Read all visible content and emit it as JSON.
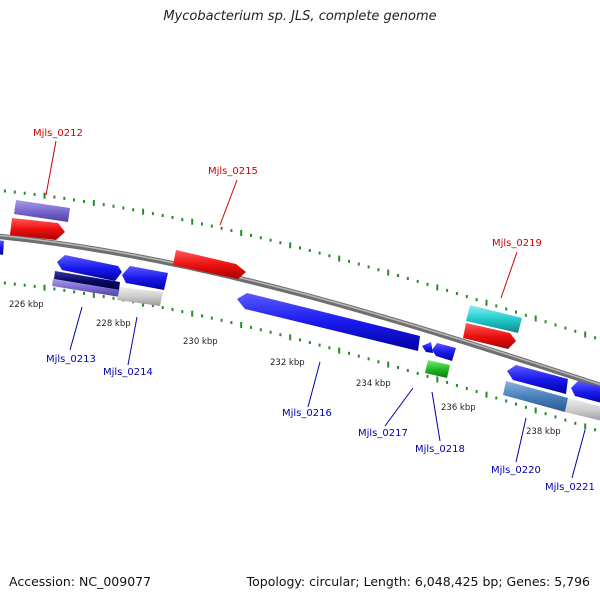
{
  "title": "Mycobacterium sp. JLS, complete genome",
  "footer": {
    "accession": "Accession: NC_009077",
    "summary": "Topology: circular; Length: 6,048,425 bp; Genes: 5,796"
  },
  "scale_labels": [
    "226 kbp",
    "228 kbp",
    "230 kbp",
    "232 kbp",
    "234 kbp",
    "236 kbp",
    "238 kbp"
  ],
  "gene_labels": [
    {
      "id": "Mjls_0212",
      "color": "#cc0000"
    },
    {
      "id": "Mjls_0215",
      "color": "#cc0000"
    },
    {
      "id": "Mjls_0219",
      "color": "#cc0000"
    },
    {
      "id": "Mjls_0213",
      "color": "#0000aa"
    },
    {
      "id": "Mjls_0214",
      "color": "#0000aa"
    },
    {
      "id": "Mjls_0216",
      "color": "#0000aa"
    },
    {
      "id": "Mjls_0217",
      "color": "#0000aa"
    },
    {
      "id": "Mjls_0218",
      "color": "#0000aa"
    },
    {
      "id": "Mjls_0220",
      "color": "#0000aa"
    },
    {
      "id": "Mjls_0221",
      "color": "#0000aa"
    }
  ],
  "colors": {
    "backbone": "#8a8a8a",
    "forward_gene": "#ee1111",
    "reverse_gene": "#1a1aee",
    "dotted_track": "#2a8a2a",
    "label_forward": "#cc0000",
    "label_reverse": "#0000aa"
  }
}
